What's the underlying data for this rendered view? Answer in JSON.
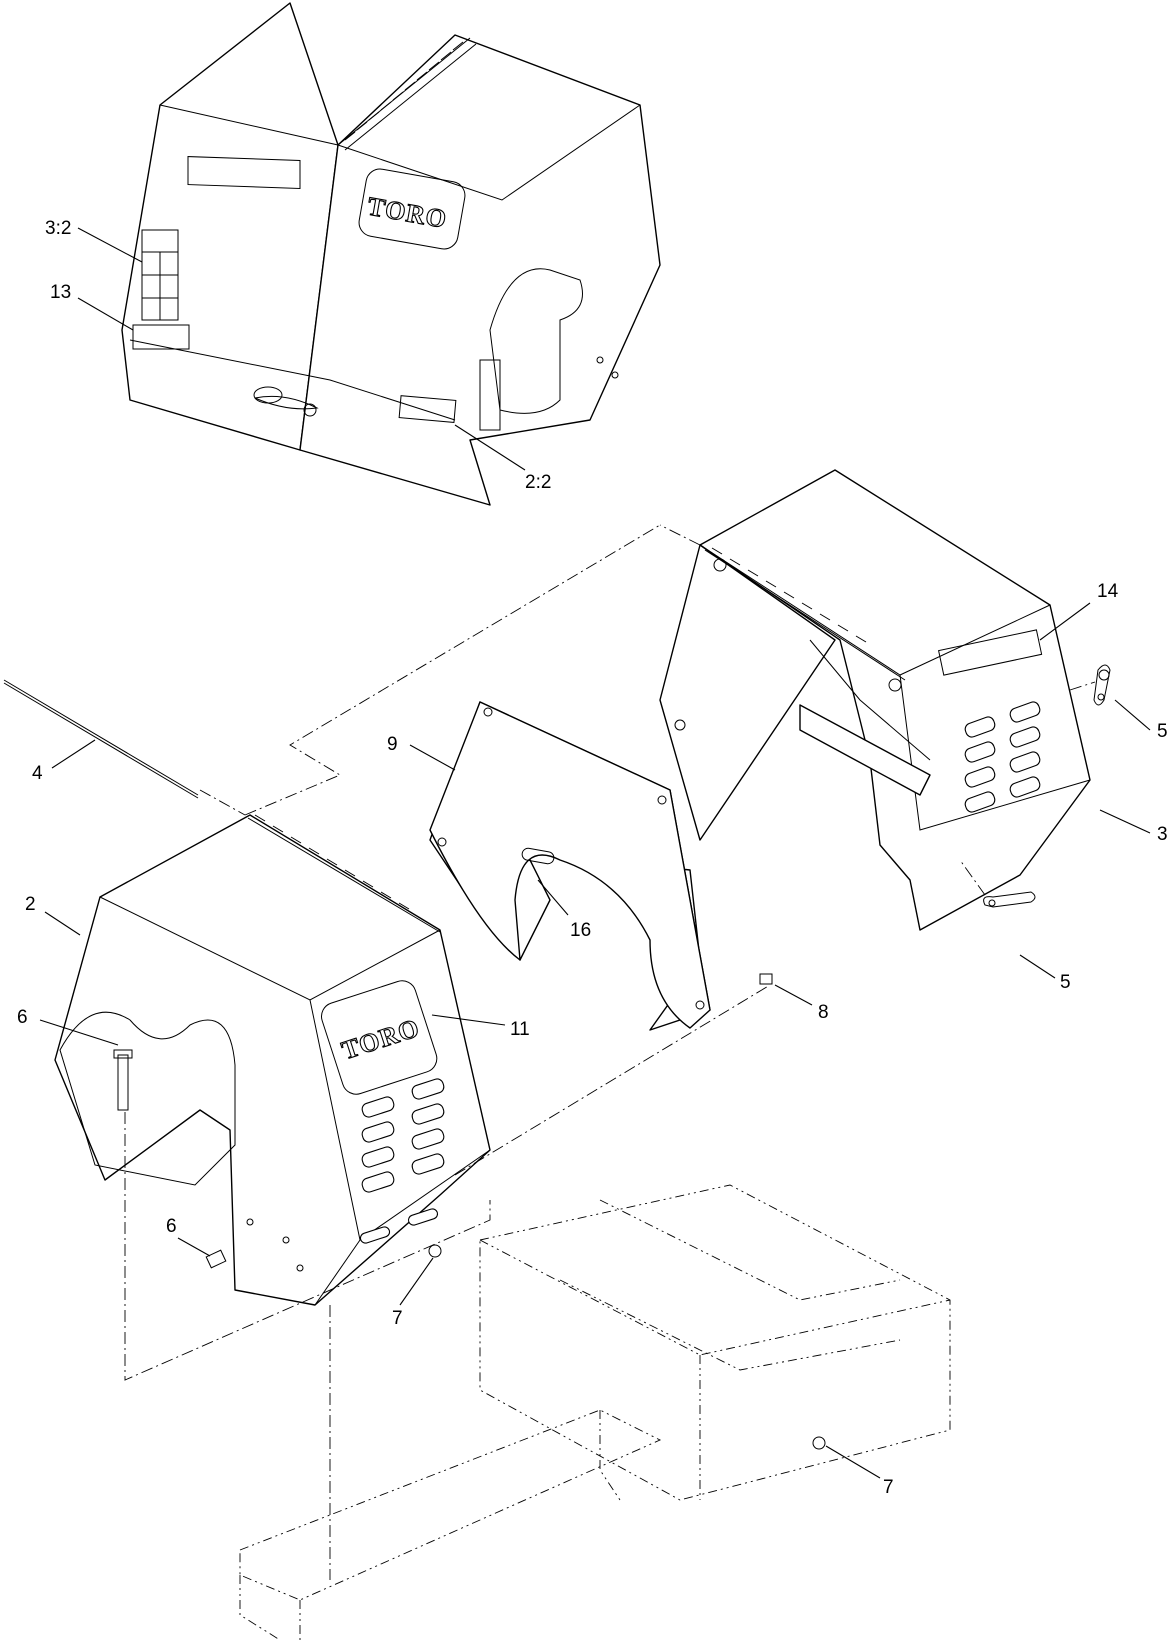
{
  "brand_text": "TORO",
  "callouts": {
    "c_3_2": "3:2",
    "c_13": "13",
    "c_2_2": "2:2",
    "c_14": "14",
    "c_5a": "5",
    "c_9": "9",
    "c_4": "4",
    "c_3": "3",
    "c_16": "16",
    "c_2": "2",
    "c_5b": "5",
    "c_8": "8",
    "c_6a": "6",
    "c_11": "11",
    "c_6b": "6",
    "c_7a": "7",
    "c_7b": "7"
  }
}
